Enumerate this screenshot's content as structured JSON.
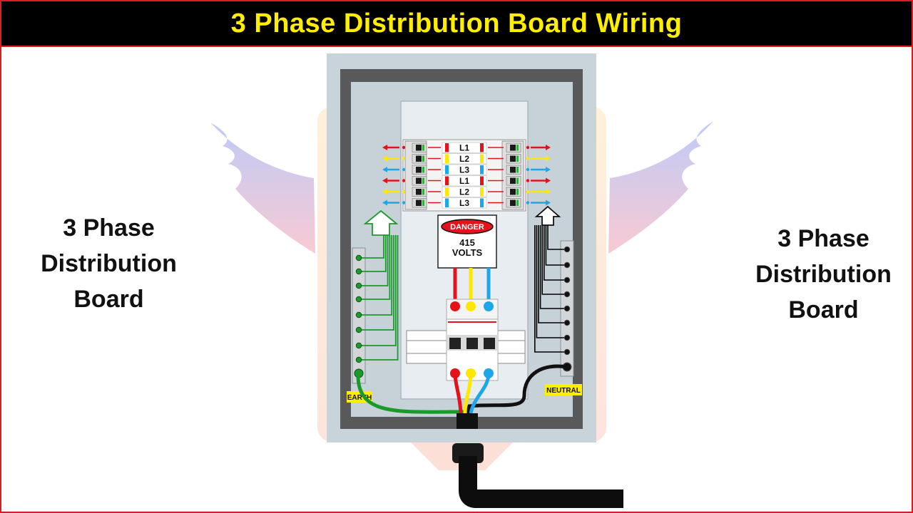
{
  "title": "3 Phase Distribution Board Wiring",
  "caption_left": {
    "line1": "3 Phase",
    "line2": "Distribution",
    "line3": "Board"
  },
  "caption_right": {
    "line1": "3 Phase",
    "line2": "Distribution",
    "line3": "Board"
  },
  "danger_sign": {
    "header": "DANGER",
    "line1": "415",
    "line2": "VOLTS"
  },
  "phase_labels": [
    "L1",
    "L2",
    "L3",
    "L1",
    "L2",
    "L3"
  ],
  "earth_label": "EARTH",
  "neutral_label": "NEUTRAL",
  "colors": {
    "title_background": "#000000",
    "title_text": "#ffee00",
    "frame_border": "#d61f26",
    "phase_l1": "#e4121a",
    "phase_l2": "#ffe800",
    "phase_l3": "#1ea7e8",
    "earth": "#1a9a2a",
    "neutral": "#000000"
  },
  "icons": [
    "wing-icon-left",
    "wing-icon-right",
    "arrow-up-icon-earth",
    "arrow-up-icon-neutral"
  ]
}
